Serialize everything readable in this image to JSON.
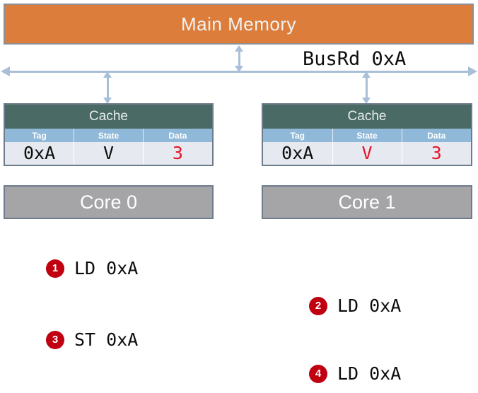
{
  "diagram": {
    "main_memory": {
      "label": "Main Memory"
    },
    "bus": {
      "message": "BusRd 0xA"
    },
    "caches": [
      {
        "title": "Cache",
        "columns": [
          "Tag",
          "State",
          "Data"
        ],
        "row": {
          "tag": "0xA",
          "state": "V",
          "data": "3"
        },
        "highlight": {
          "tag": false,
          "state": false,
          "data": true
        },
        "core_label": "Core 0"
      },
      {
        "title": "Cache",
        "columns": [
          "Tag",
          "State",
          "Data"
        ],
        "row": {
          "tag": "0xA",
          "state": "V",
          "data": "3"
        },
        "highlight": {
          "tag": false,
          "state": true,
          "data": true
        },
        "core_label": "Core 1"
      }
    ],
    "steps": [
      {
        "number": "1",
        "text": "LD 0xA"
      },
      {
        "number": "2",
        "text": "LD 0xA"
      },
      {
        "number": "3",
        "text": "ST 0xA"
      },
      {
        "number": "4",
        "text": "LD 0xA"
      }
    ],
    "colors": {
      "memory_fill": "#DD7D3C",
      "cache_header": "#4A6B65",
      "table_header": "#90B8D8",
      "table_cell": "#E6EAF0",
      "core_fill": "#A5A5A8",
      "bus": "#A8BFD6",
      "badge": "#C00010",
      "highlight_text": "#E8122B",
      "border": "#6E7B8B"
    }
  }
}
